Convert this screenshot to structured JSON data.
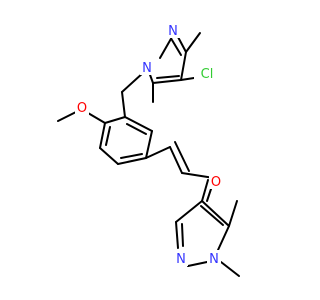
{
  "colors": {
    "carbon_bond": "#000000",
    "nitrogen": "#3333ff",
    "oxygen": "#ff0000",
    "chlorine": "#33cc33",
    "background": "#ffffff"
  },
  "atoms": {
    "n_pyrazole_top_1": "N",
    "n_pyrazole_top_2": "N",
    "cl": "Cl",
    "o_methoxy": "O",
    "o_carbonyl": "O",
    "n_pyrazole_bottom_1": "N",
    "n_pyrazole_bottom_2": "N"
  }
}
